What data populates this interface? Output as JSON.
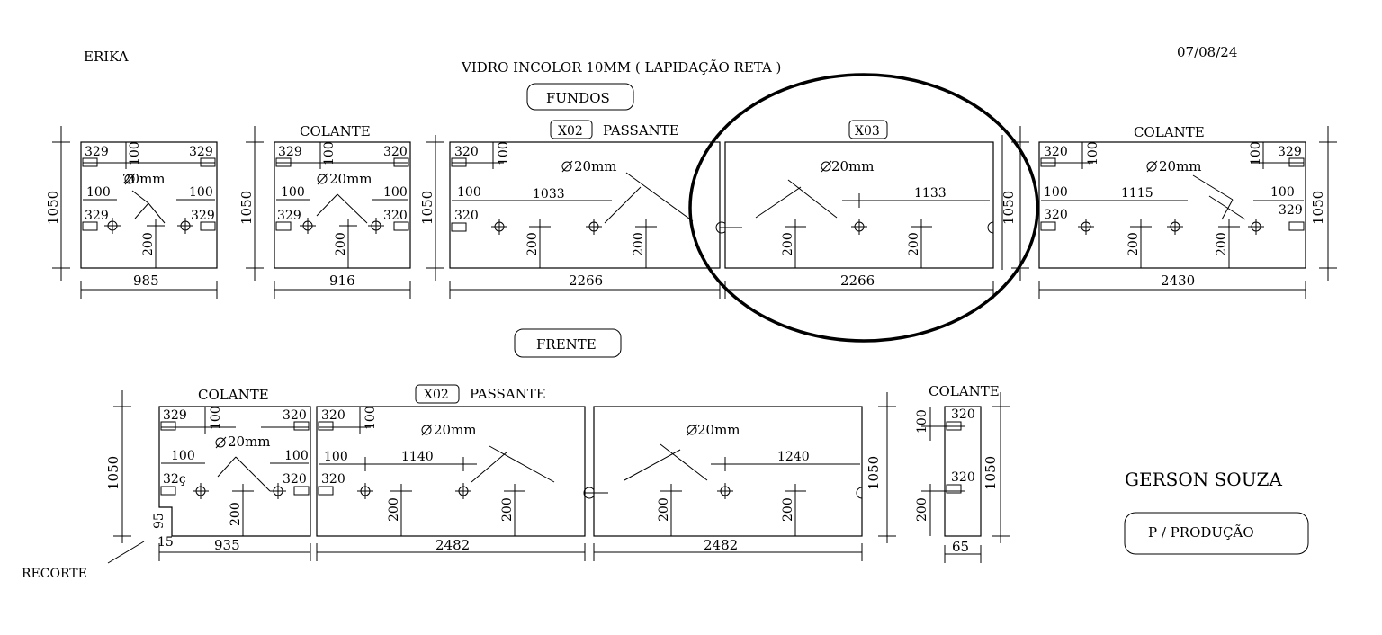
{
  "header": {
    "client": "ERIKA",
    "title": "VIDRO INCOLOR 10MM ( LAPIDAÇÃO RETA )",
    "date": "07/08/24"
  },
  "sections": {
    "fundos": "FUNDOS",
    "frente": "FRENTE"
  },
  "labels": {
    "colante": "COLANTE",
    "passante": "PASSANTE",
    "x02": "X02",
    "x03": "X03",
    "hole": "20mm",
    "recorte": "RECORTE",
    "recorte_h": "95",
    "recorte_w": "15"
  },
  "dims": {
    "h1050": "1050",
    "d100": "100",
    "d200": "200",
    "d320": "320",
    "d329": "329",
    "d329b": "32ç",
    "w985": "985",
    "w916": "916",
    "w2266": "2266",
    "w2430": "2430",
    "w935": "935",
    "w2482": "2482",
    "w65": "65",
    "o1033": "1033",
    "o1133": "1133",
    "o1115": "1115",
    "o1140": "1140",
    "o1240": "1240"
  },
  "footer": {
    "signature": "GERSON SOUZA",
    "stamp": "P / PRODUÇÃO"
  }
}
